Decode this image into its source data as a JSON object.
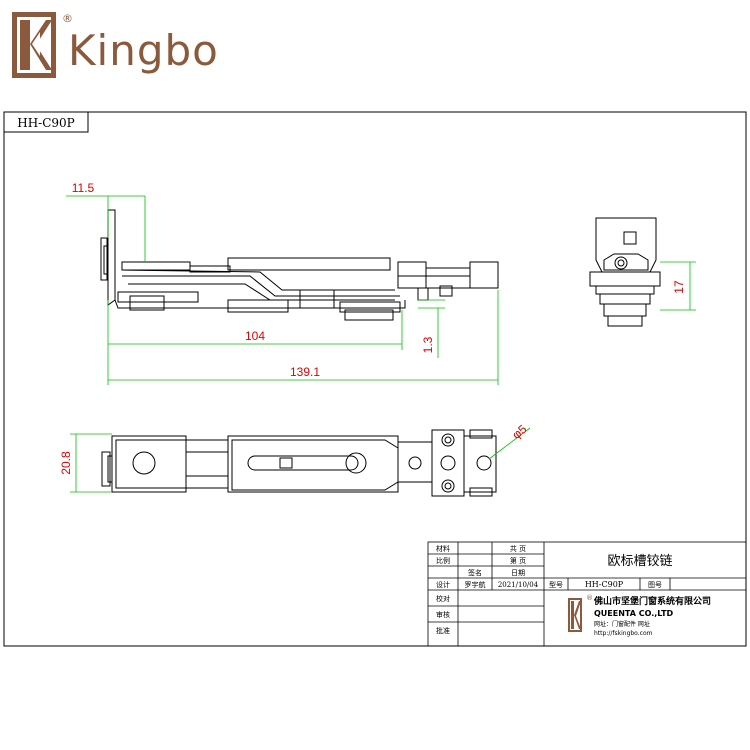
{
  "brand": {
    "name": "Kingbo",
    "registered_mark": "®",
    "color": "#8b5a3c"
  },
  "drawing": {
    "model_tag": "HH-C90P",
    "dimensions": {
      "top_offset": "11.5",
      "mid_length": "104",
      "gap": "1.3",
      "total_length": "139.1",
      "height_side": "17",
      "width_plan": "20.8",
      "hole_diameter": "φ5"
    },
    "colors": {
      "line": "#000000",
      "dimension_text": "#e00000",
      "dimension_line": "#00c000"
    }
  },
  "title_block": {
    "material_label": "材料",
    "scale_label": "比例",
    "total_pages_label": "共 页",
    "page_label": "第 页",
    "signature_label": "签名",
    "date_label": "日期",
    "design_label": "设计",
    "designer": "罗宇航",
    "design_date": "2021/10/04",
    "model_label": "型号",
    "model_value": "HH-C90P",
    "drawing_no_label": "图号",
    "check_label": "校对",
    "review_label": "审核",
    "approve_label": "批准",
    "part_name": "欧标槽铰链",
    "company_cn": "佛山市坚堡门窗系统有限公司",
    "company_en": "QUEENTA CO.,LTD",
    "website_label": "网址：门窗配件 网址",
    "website_url": "http://fskingbo.com",
    "logo_mark": "®"
  }
}
